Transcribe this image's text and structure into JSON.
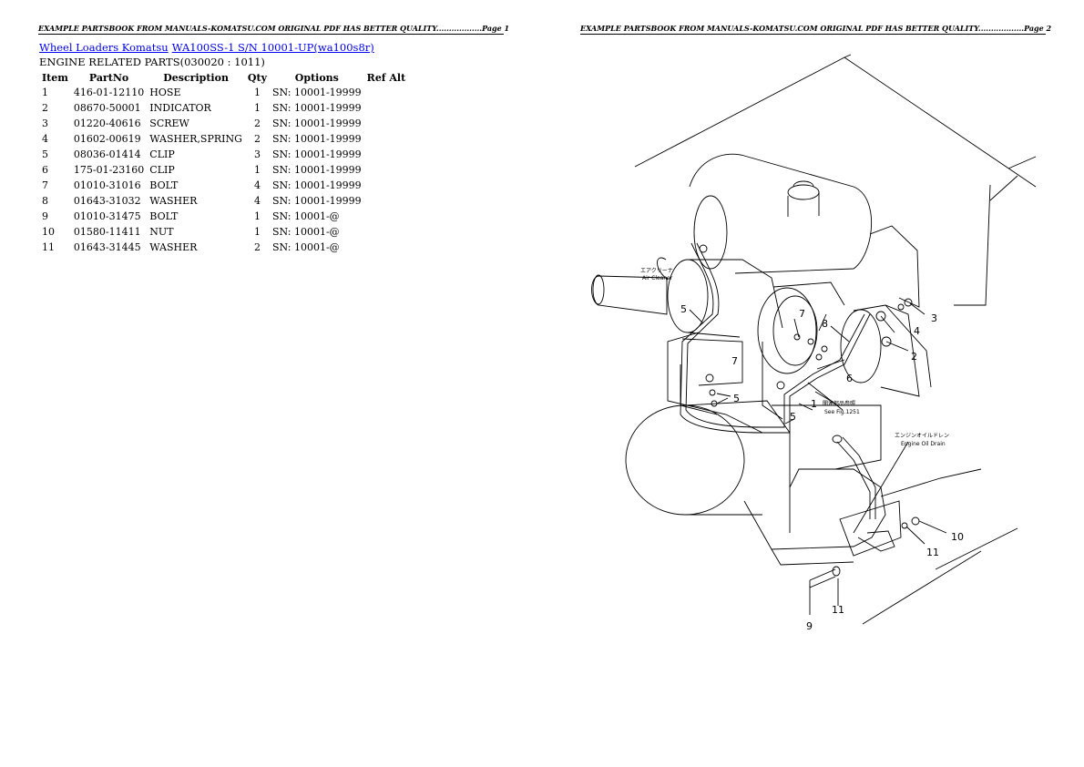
{
  "header": {
    "page1_text": "EXAMPLE PARTSBOOK FROM MANUALS-KOMATSU.COM ORIGINAL PDF HAS BETTER QUALITY..................Page 1",
    "page2_text": "EXAMPLE PARTSBOOK FROM MANUALS-KOMATSU.COM ORIGINAL PDF HAS BETTER QUALITY..................Page 2"
  },
  "breadcrumb": {
    "link1": "Wheel Loaders Komatsu",
    "link2": "WA100SS-1 S/N 10001-UP(wa100s8r)"
  },
  "section_title": "ENGINE RELATED PARTS(030020 : 1011)",
  "table": {
    "headers": [
      "Item",
      "PartNo",
      "Description",
      "Qty",
      "Options",
      "Ref Alt"
    ],
    "rows": [
      {
        "item": "1",
        "part": "416-01-12110",
        "desc": "HOSE",
        "qty": "1",
        "opt": "SN: 10001-19999",
        "ref": ""
      },
      {
        "item": "2",
        "part": "08670-50001",
        "desc": "INDICATOR",
        "qty": "1",
        "opt": "SN: 10001-19999",
        "ref": ""
      },
      {
        "item": "3",
        "part": "01220-40616",
        "desc": "SCREW",
        "qty": "2",
        "opt": "SN: 10001-19999",
        "ref": ""
      },
      {
        "item": "4",
        "part": "01602-00619",
        "desc": "WASHER,SPRING",
        "qty": "2",
        "opt": "SN: 10001-19999",
        "ref": ""
      },
      {
        "item": "5",
        "part": "08036-01414",
        "desc": "CLIP",
        "qty": "3",
        "opt": "SN: 10001-19999",
        "ref": ""
      },
      {
        "item": "6",
        "part": "175-01-23160",
        "desc": "CLIP",
        "qty": "1",
        "opt": "SN: 10001-19999",
        "ref": ""
      },
      {
        "item": "7",
        "part": "01010-31016",
        "desc": "BOLT",
        "qty": "4",
        "opt": "SN: 10001-19999",
        "ref": ""
      },
      {
        "item": "8",
        "part": "01643-31032",
        "desc": "WASHER",
        "qty": "4",
        "opt": "SN: 10001-19999",
        "ref": ""
      },
      {
        "item": "9",
        "part": "01010-31475",
        "desc": "BOLT",
        "qty": "1",
        "opt": "SN: 10001-@",
        "ref": ""
      },
      {
        "item": "10",
        "part": "01580-11411",
        "desc": "NUT",
        "qty": "1",
        "opt": "SN: 10001-@",
        "ref": ""
      },
      {
        "item": "11",
        "part": "01643-31445",
        "desc": "WASHER",
        "qty": "2",
        "opt": "SN: 10001-@",
        "ref": ""
      }
    ]
  },
  "diagram": {
    "air_cleaner_jp": "エアクリーナ",
    "air_cleaner_en": "Air Cleaner",
    "see_fig_jp": "関連部品参照",
    "see_fig_en": "See Fig.1251",
    "oil_drain_jp": "エンジンオイルドレン",
    "oil_drain_en": "Engine Oil Drain",
    "callouts": [
      "1",
      "2",
      "3",
      "4",
      "5",
      "5",
      "5",
      "6",
      "7",
      "7",
      "8",
      "9",
      "10",
      "11",
      "11"
    ]
  }
}
